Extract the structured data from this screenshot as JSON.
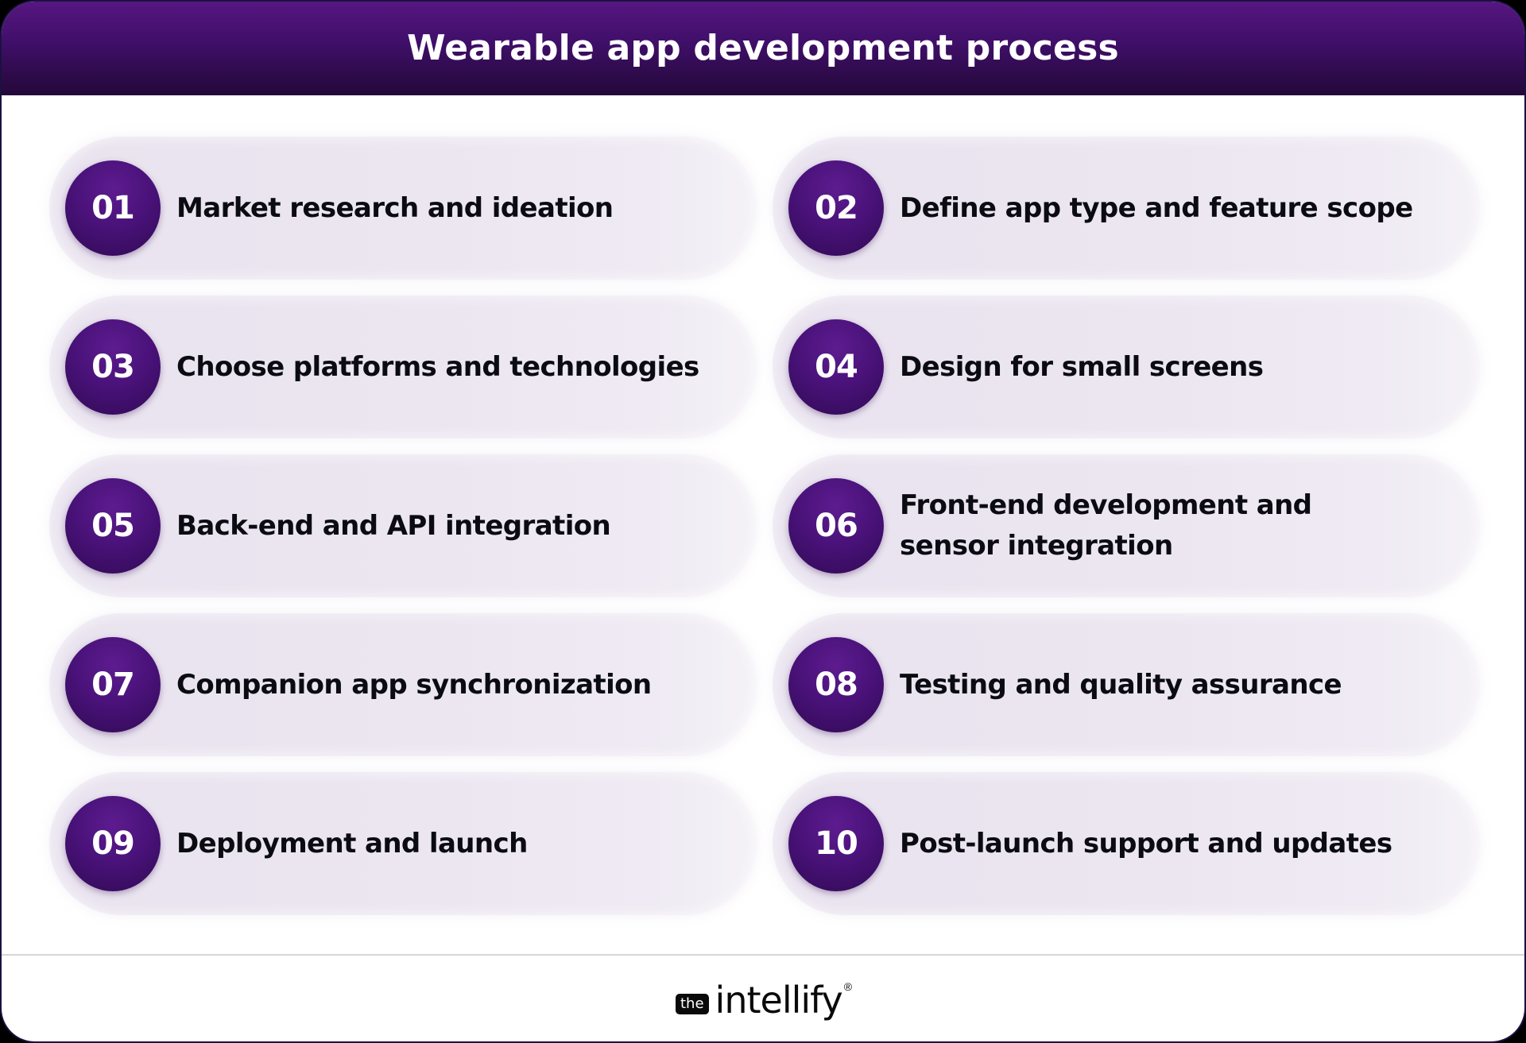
{
  "header": {
    "title": "Wearable app development process"
  },
  "colors": {
    "header_top": "#561681",
    "header_bottom": "#230838",
    "circle": "#4a127a",
    "card_bg": "#ece6f1",
    "text": "#0b0b12"
  },
  "steps": [
    {
      "number": "01",
      "label": "Market research and ideation"
    },
    {
      "number": "02",
      "label": "Define app type and feature scope"
    },
    {
      "number": "03",
      "label": "Choose platforms and technologies"
    },
    {
      "number": "04",
      "label": "Design for small screens"
    },
    {
      "number": "05",
      "label": "Back-end and API integration"
    },
    {
      "number": "06",
      "label": "Front-end development and sensor integration"
    },
    {
      "number": "07",
      "label": "Companion app synchronization"
    },
    {
      "number": "08",
      "label": "Testing and quality assurance"
    },
    {
      "number": "09",
      "label": "Deployment and launch"
    },
    {
      "number": "10",
      "label": "Post-launch support and updates"
    }
  ],
  "footer": {
    "logo_prefix": "the",
    "logo_name": "intellify",
    "logo_mark": "®"
  }
}
